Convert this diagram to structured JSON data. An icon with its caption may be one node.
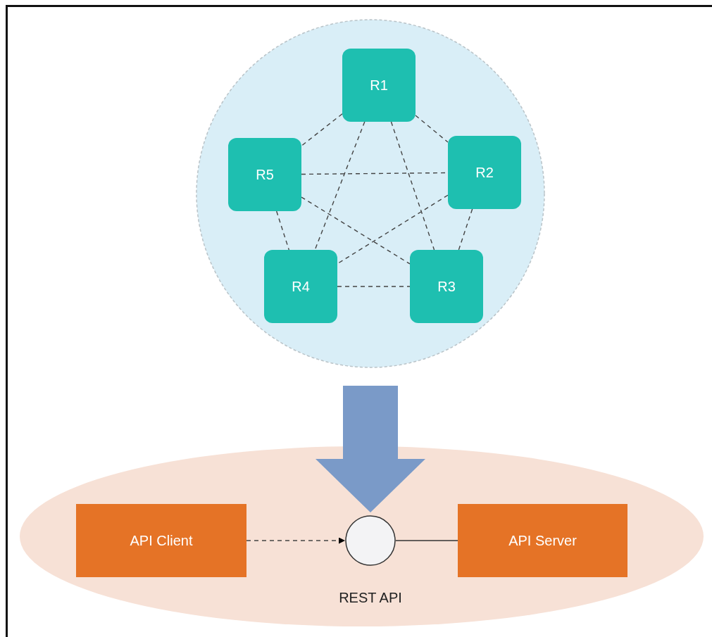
{
  "diagram": {
    "nodes": [
      {
        "text": [],
        "shape": "circle"
      },
      {
        "text": [
          "R1"
        ],
        "in": 0
      },
      {
        "text": [
          "R2"
        ],
        "in": 0
      },
      {
        "text": [
          "R3"
        ],
        "in": 0
      },
      {
        "text": [
          "R4"
        ],
        "in": 0
      },
      {
        "text": [
          "R5"
        ],
        "in": 0
      },
      {
        "text": [],
        "shape": "ellipse"
      },
      {
        "text": [
          "API Client"
        ],
        "in": 6
      },
      {
        "text": [],
        "shape": "circle",
        "in": 6,
        "beside": [
          "REST API"
        ]
      },
      {
        "text": [
          "API Server"
        ],
        "in": 6
      }
    ],
    "edges": [
      {
        "from": 1,
        "to": 2,
        "arrow": "none",
        "style": "dashed"
      },
      {
        "from": 1,
        "to": 5,
        "arrow": "none",
        "style": "dashed"
      },
      {
        "from": 1,
        "to": 4,
        "arrow": "none",
        "style": "dashed"
      },
      {
        "from": 1,
        "to": 3,
        "arrow": "none",
        "style": "dashed"
      },
      {
        "from": 5,
        "to": 2,
        "arrow": "none",
        "style": "dashed"
      },
      {
        "from": 2,
        "to": 4,
        "arrow": "none",
        "style": "dashed"
      },
      {
        "from": 2,
        "to": 3,
        "arrow": "none",
        "style": "dashed"
      },
      {
        "from": 5,
        "to": 3,
        "arrow": "none",
        "style": "dashed"
      },
      {
        "from": 5,
        "to": 4,
        "arrow": "none",
        "style": "dashed"
      },
      {
        "from": 4,
        "to": 3,
        "arrow": "none",
        "style": "dashed"
      },
      {
        "from": 0,
        "to": 8,
        "arrow": "to",
        "style": "thick",
        "color": "#7a9ac8"
      },
      {
        "from": 7,
        "to": 8,
        "arrow": "to",
        "style": "dashed"
      },
      {
        "from": 8,
        "to": 9,
        "arrow": "none"
      }
    ]
  }
}
